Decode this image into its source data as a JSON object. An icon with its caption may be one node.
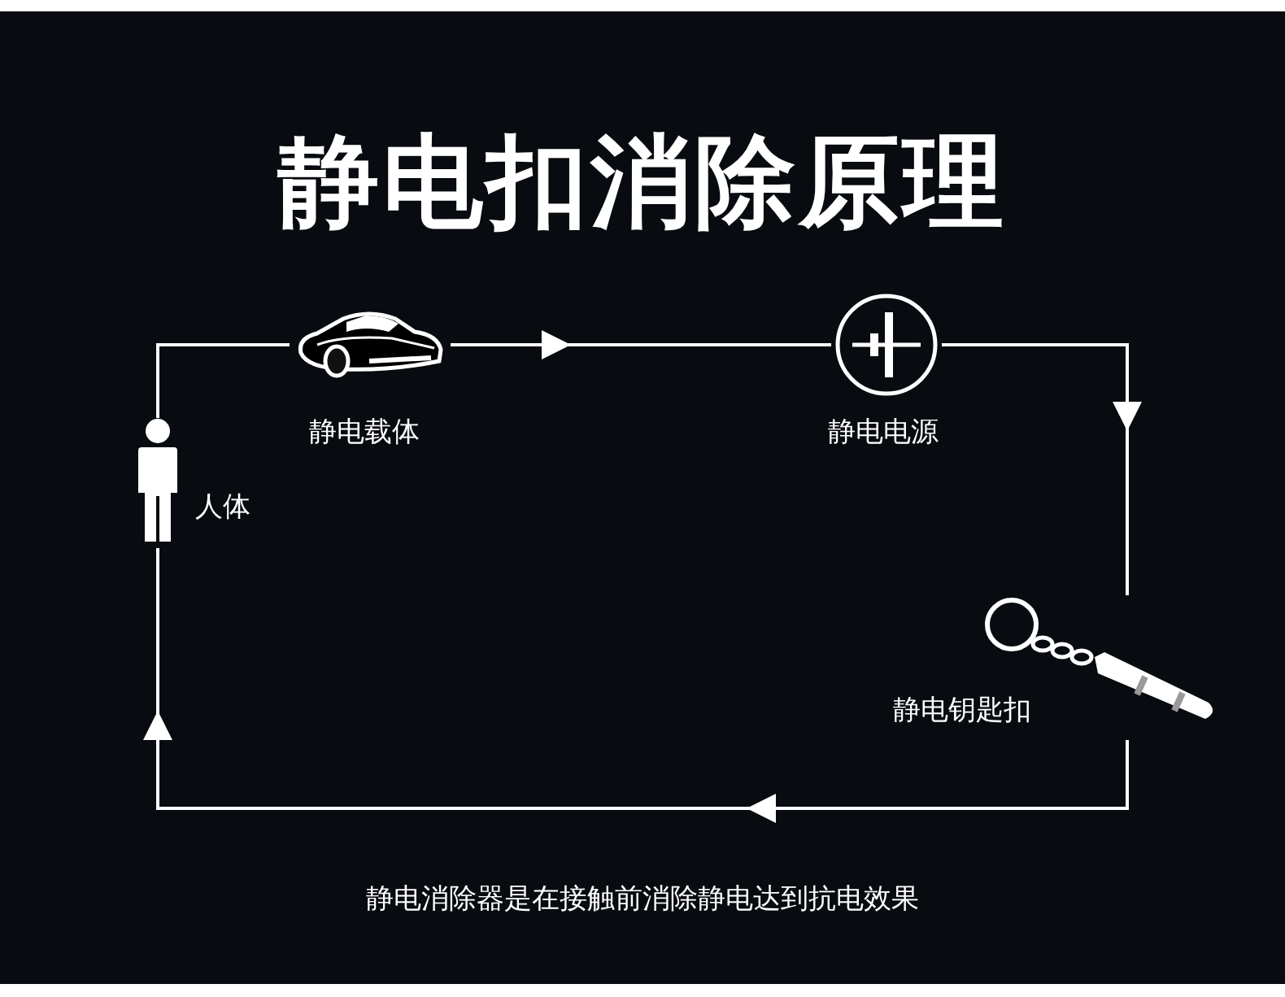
{
  "diagram": {
    "title": "静电扣消除原理",
    "caption": "静电消除器是在接触前消除静电达到抗电效果",
    "nodes": [
      {
        "text": [],
        "shape": "person",
        "beside": [
          "人体"
        ]
      },
      {
        "text": [],
        "shape": "picture",
        "beside": [
          "静电载体"
        ]
      },
      {
        "text": [],
        "shape": "circle",
        "beside": [
          "静电电源"
        ]
      },
      {
        "text": [],
        "shape": "picture",
        "beside": [
          "静电钥匙扣"
        ]
      }
    ],
    "edges": [
      {
        "from": 0,
        "to": 1,
        "arrow": "none"
      },
      {
        "from": 1,
        "to": 2,
        "arrow": "to"
      },
      {
        "from": 2,
        "to": 3,
        "arrow": "to"
      },
      {
        "from": 3,
        "to": 0,
        "arrow": "to"
      }
    ]
  }
}
